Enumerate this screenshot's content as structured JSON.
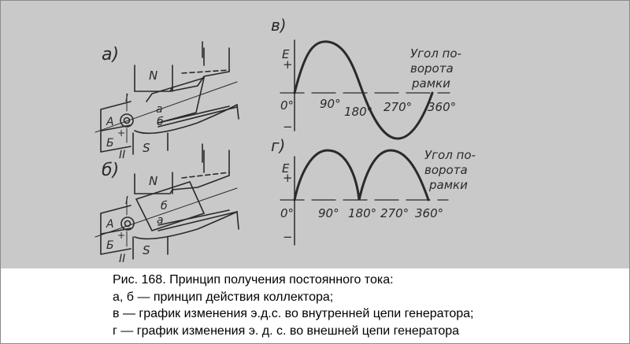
{
  "figure": {
    "panels": {
      "a": {
        "label": "а)",
        "pole_top": "N",
        "pole_bottom": "S",
        "brush_top": "I",
        "brush_bottom": "II",
        "plate_A": "А",
        "plate_B": "Б",
        "sign_minus": "−",
        "sign_plus": "+",
        "side_a": "а",
        "side_b": "б"
      },
      "b": {
        "label": "б)",
        "pole_top": "N",
        "pole_bottom": "S",
        "brush_top": "I",
        "brush_bottom": "II",
        "plate_A": "А",
        "plate_B": "Б",
        "sign_minus": "−",
        "sign_plus": "+",
        "side_a": "а",
        "side_b": "б"
      }
    }
  },
  "chart_data": [
    {
      "panel": "в)",
      "type": "line",
      "title": "",
      "ylabel": "E",
      "y_signs": [
        "+",
        "−"
      ],
      "xlabel": "Угол поворота рамки",
      "x": [
        0,
        45,
        90,
        135,
        180,
        225,
        270,
        315,
        360
      ],
      "values": [
        0,
        0.71,
        1,
        0.71,
        0,
        -0.71,
        -1,
        -0.71,
        0
      ],
      "tick_labels": [
        "0°",
        "90°",
        "180°",
        "270°",
        "360°"
      ],
      "xlim": [
        0,
        360
      ],
      "ylim": [
        -1,
        1
      ]
    },
    {
      "panel": "г)",
      "type": "line",
      "title": "",
      "ylabel": "E",
      "y_signs": [
        "+",
        "−"
      ],
      "xlabel": "Угол поворота рамки",
      "x": [
        0,
        45,
        90,
        135,
        180,
        225,
        270,
        315,
        360
      ],
      "values": [
        0,
        0.71,
        1,
        0.71,
        0,
        0.71,
        1,
        0.71,
        0
      ],
      "tick_labels": [
        "0°",
        "90°",
        "180°",
        "270°",
        "360°"
      ],
      "xlim": [
        0,
        360
      ],
      "ylim": [
        -1,
        1
      ]
    }
  ],
  "graphs": {
    "v": {
      "label": "в)",
      "e": "E",
      "plus": "+",
      "minus": "−",
      "t0": "0°",
      "t90": "90°",
      "t180": "180°",
      "t270": "270°",
      "t360": "360°",
      "axis1": "Угол по-",
      "axis2": "ворота",
      "axis3": "рамки"
    },
    "g": {
      "label": "г)",
      "e": "E",
      "plus": "+",
      "minus": "−",
      "t0": "0°",
      "t90": "90°",
      "t180": "180°",
      "t270": "270°",
      "t360": "360°",
      "axis1": "Угол по-",
      "axis2": "ворота",
      "axis3": "рамки"
    }
  },
  "caption": {
    "line1": "Рис. 168. Принцип получения постоянного тока:",
    "line2": "а, б — принцип действия коллектора;",
    "line3": "в — график изменения э.д.с. во внутренней цепи генератора;",
    "line4": "г — график изменения э. д. с. во внешней цепи генератора"
  }
}
